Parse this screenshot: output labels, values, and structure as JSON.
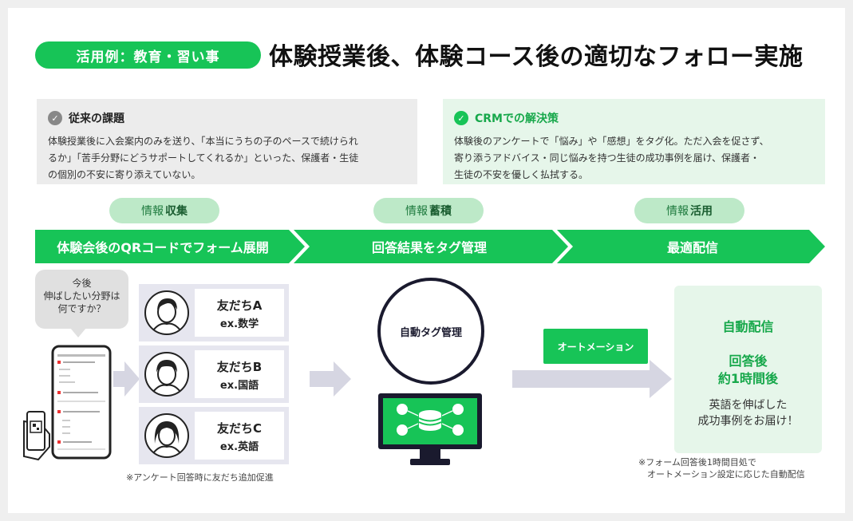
{
  "header": {
    "tag": "活用例：教育・習い事",
    "title": "体験授業後、体験コース後の適切なフォロー実施"
  },
  "issue": {
    "heading": "従来の課題",
    "lines": [
      "体験授業後に入会案内のみを送り、「本当にうちの子のペースで続けられ",
      "るか」「苦手分野にどうサポートしてくれるか」といった、保護者・生徒",
      "の個別の不安に寄り添えていない。"
    ]
  },
  "solution": {
    "heading": "CRMでの解決策",
    "lines": [
      "体験後のアンケートで「悩み」や「感想」をタグ化。ただ入会を促さず、",
      "寄り添うアドバイス・同じ悩みを持つ生徒の成功事例を届け、保護者・",
      "生徒の不安を優しく払拭する。"
    ]
  },
  "stages": [
    {
      "prefix": "情報",
      "bold": "収集",
      "label": "体験会後のQRコードでフォーム展開"
    },
    {
      "prefix": "情報",
      "bold": "蓄積",
      "label": "回答結果をタグ管理"
    },
    {
      "prefix": "情報",
      "bold": "活用",
      "label": "最適配信"
    }
  ],
  "bubble": {
    "lines": [
      "今後",
      "伸ばしたい分野は",
      "何ですか？"
    ]
  },
  "friends": [
    {
      "name": "友だちA",
      "subject": "ex.数学"
    },
    {
      "name": "友だちB",
      "subject": "ex.国語"
    },
    {
      "name": "友だちC",
      "subject": "ex.英語"
    }
  ],
  "note_friends": "※アンケート回答時に友だち追加促進",
  "auto_tag": "自動タグ管理",
  "automation": "オートメーション",
  "delivery": {
    "title": "自動配信",
    "time_lines": [
      "回答後",
      "約1時間後"
    ],
    "message_lines": [
      "英語を伸ばした",
      "成功事例をお届け！"
    ]
  },
  "note_delivery": [
    "※フォーム回答後1時間目処で",
    "　オートメーション設定に応じた自動配信"
  ],
  "colors": {
    "accent": "#17c457",
    "accent_light": "#e6f6ea",
    "pill_light": "#bde9c8",
    "navy": "#1a1a2e"
  }
}
